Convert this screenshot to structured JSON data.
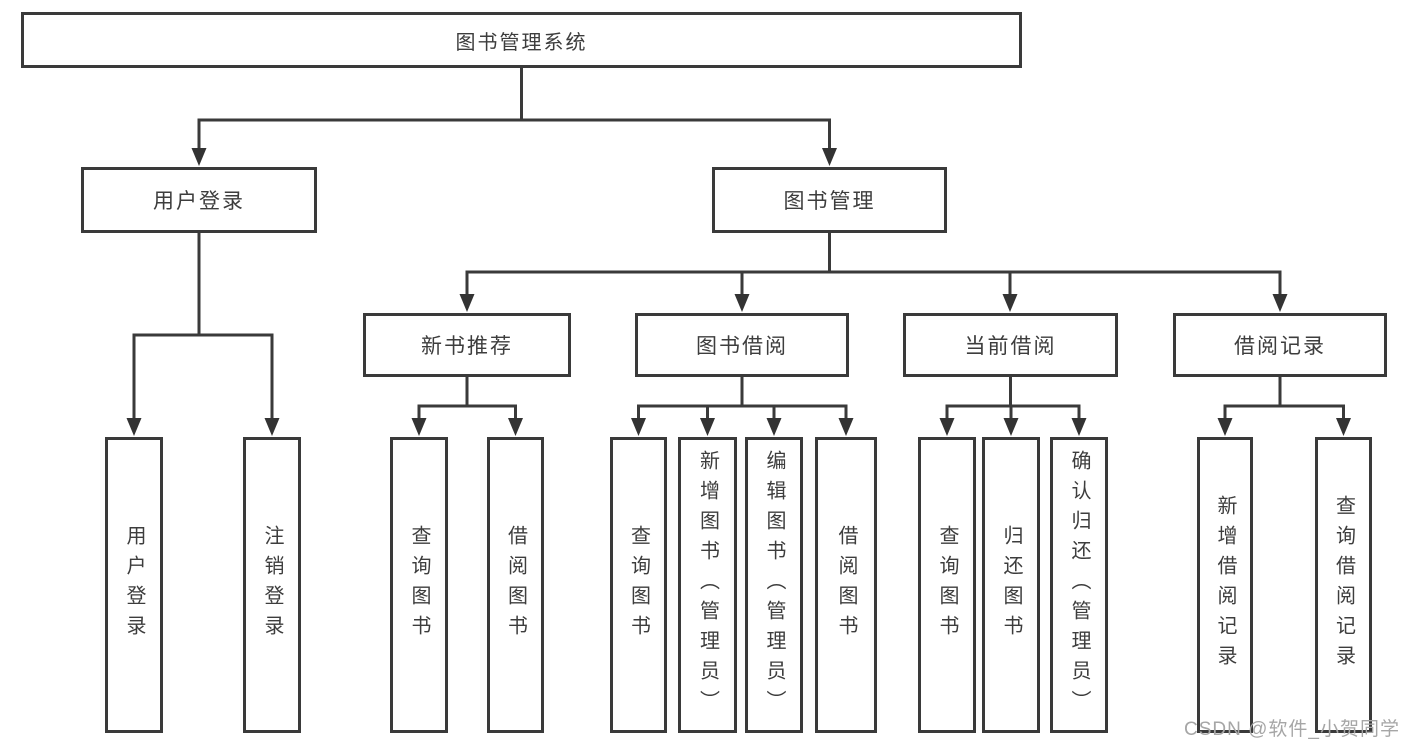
{
  "diagram": {
    "title": "图书管理系统",
    "nodes": {
      "root": "图书管理系统",
      "user_login": "用户登录",
      "book_mgmt": "图书管理",
      "new_books": "新书推荐",
      "book_borrow": "图书借阅",
      "current_borrow": "当前借阅",
      "borrow_records": "借阅记录"
    },
    "leaves": {
      "user_login": [
        "用户登录",
        "注销登录"
      ],
      "new_books": [
        "查询图书",
        "借阅图书"
      ],
      "book_borrow": [
        "查询图书",
        "新增图书（管理员）",
        "编辑图书（管理员）",
        "借阅图书"
      ],
      "current_borrow": [
        "查询图书",
        "归还图书",
        "确认归还（管理员）"
      ],
      "borrow_records": [
        "新增借阅记录",
        "查询借阅记录"
      ]
    },
    "colors": {
      "line": "#3a3a3a",
      "text": "#3d3d3d",
      "background": "#ffffff",
      "watermark": "#a6a6a6"
    }
  },
  "watermark": {
    "text": "CSDN @软件_小贺同学"
  }
}
